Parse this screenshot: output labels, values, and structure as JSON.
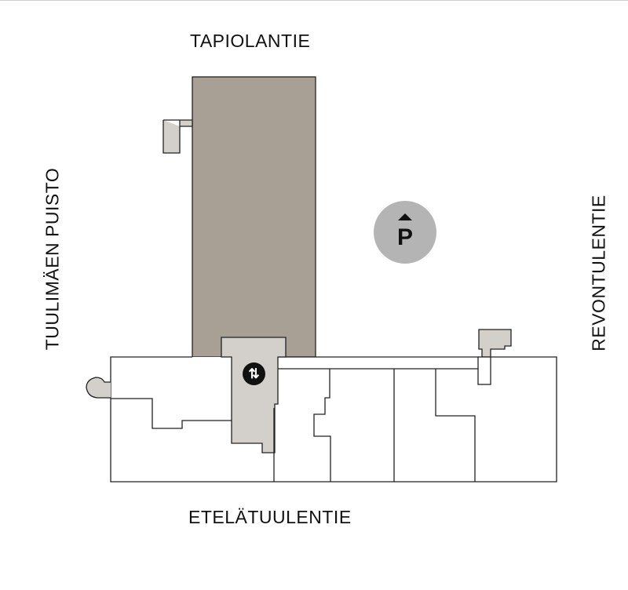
{
  "streets": {
    "north": "TAPIOLANTIE",
    "south": "ETELÄTUULENTIE",
    "west": "TUULIMÄEN PUISTO",
    "east": "REVONTULENTIE"
  },
  "parking": {
    "label": "P",
    "icon": "parking-icon"
  },
  "elevator": {
    "glyph": "⇅",
    "icon": "elevator-icon"
  },
  "colors": {
    "tower": "#a89f95",
    "core": "#d3d0cc",
    "parking": "#b4b4b4",
    "outline": "#222222"
  }
}
